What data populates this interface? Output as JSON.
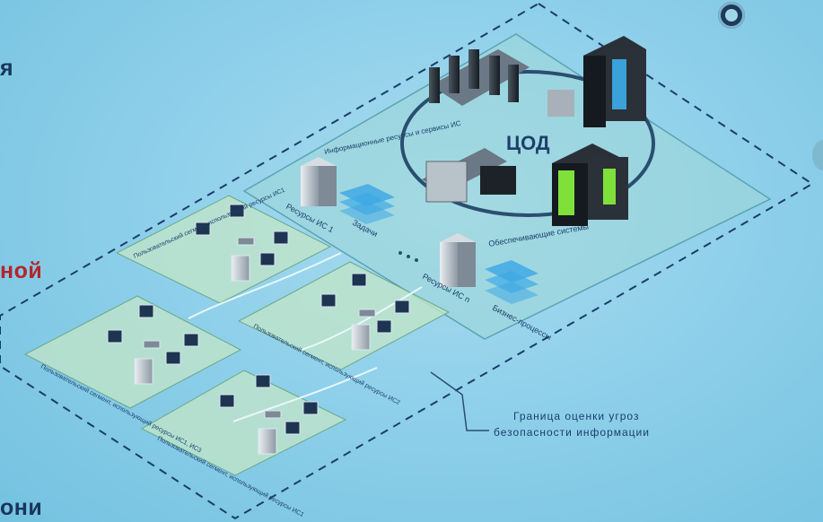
{
  "slide": {
    "left_fragments": [
      "я",
      "ной",
      "они"
    ],
    "colors": {
      "accent_red": "#b5242a",
      "text_dark": "#17365d",
      "zone_fill": "#bfe3c9"
    }
  },
  "diagram": {
    "center_label": "ЦОД",
    "info_resources": "Информационные ресурсы и сервисы ИС",
    "resource_1": "Ресурсы ИС 1",
    "tasks": "Задачи",
    "supporting_systems": "Обеспечивающие системы",
    "resource_n": "Ресурсы ИС n",
    "business_processes": "Бизнес-процессы",
    "segments": [
      "Пользовательский сегмент, использующий ресурсы ИС1",
      "Пользовательский сегмент, использующий ресурсы ИС1, ИС3",
      "Пользовательский сегмент, использующий ресурсы ИС2",
      "Пользовательский сегмент, использующий ресурсы ИС1"
    ],
    "boundary_line1": "Граница оценки угроз",
    "boundary_line2": "безопасности информации"
  }
}
